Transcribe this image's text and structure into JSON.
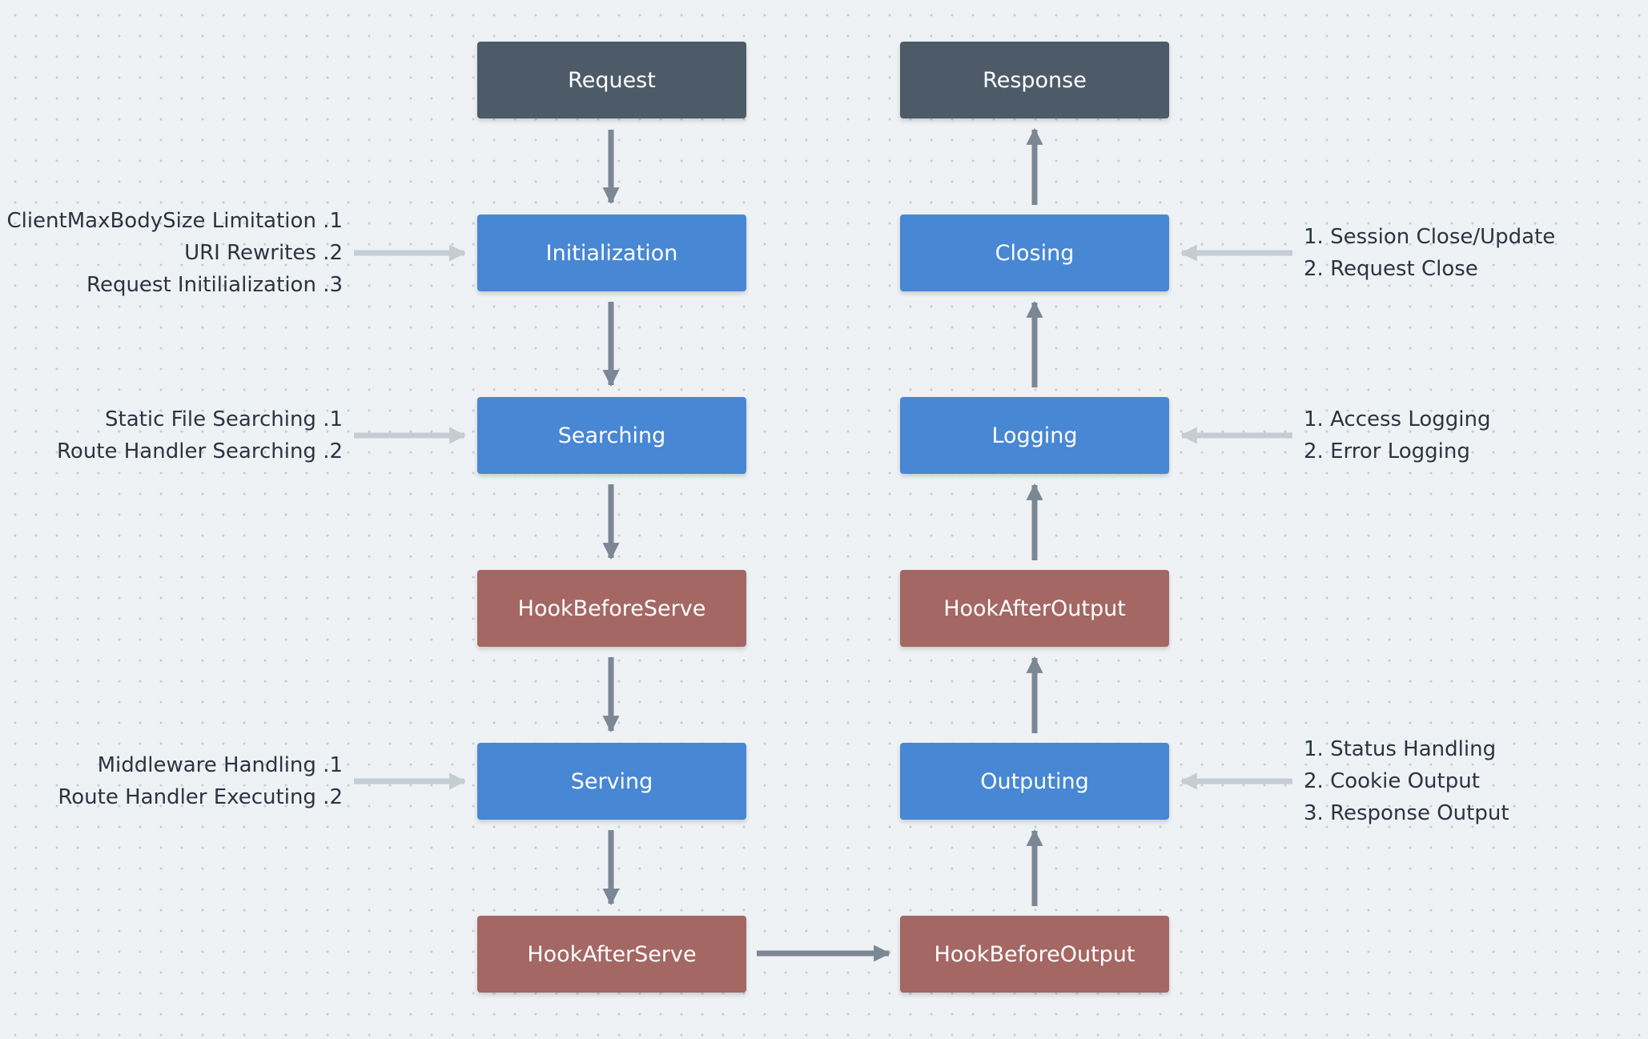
{
  "colors": {
    "background": "#eff2f5",
    "terminal": "#4d5a68",
    "phase": "#4787d4",
    "hook": "#a46764",
    "flow_arrow": "#7b8794",
    "note_arrow": "#c6ccd3"
  },
  "nodes": {
    "request": "Request",
    "response": "Response",
    "initialization": "Initialization",
    "searching": "Searching",
    "hook_before_serve": "HookBeforeServe",
    "serving": "Serving",
    "hook_after_serve": "HookAfterServe",
    "closing": "Closing",
    "logging": "Logging",
    "hook_after_output": "HookAfterOutput",
    "outputing": "Outputing",
    "hook_before_output": "HookBeforeOutput"
  },
  "notes": {
    "initialization": [
      "ClientMaxBodySize Limitation .1",
      "URI Rewrites .2",
      "Request Initilialization .3"
    ],
    "searching": [
      "Static File Searching .1",
      "Route Handler Searching .2"
    ],
    "serving": [
      "Middleware Handling .1",
      "Route Handler Executing .2"
    ],
    "closing": [
      "1. Session Close/Update",
      "2. Request Close"
    ],
    "logging": [
      "1. Access Logging",
      "2. Error Logging"
    ],
    "outputing": [
      "1. Status Handling",
      "2. Cookie Output",
      "3. Response Output"
    ]
  }
}
